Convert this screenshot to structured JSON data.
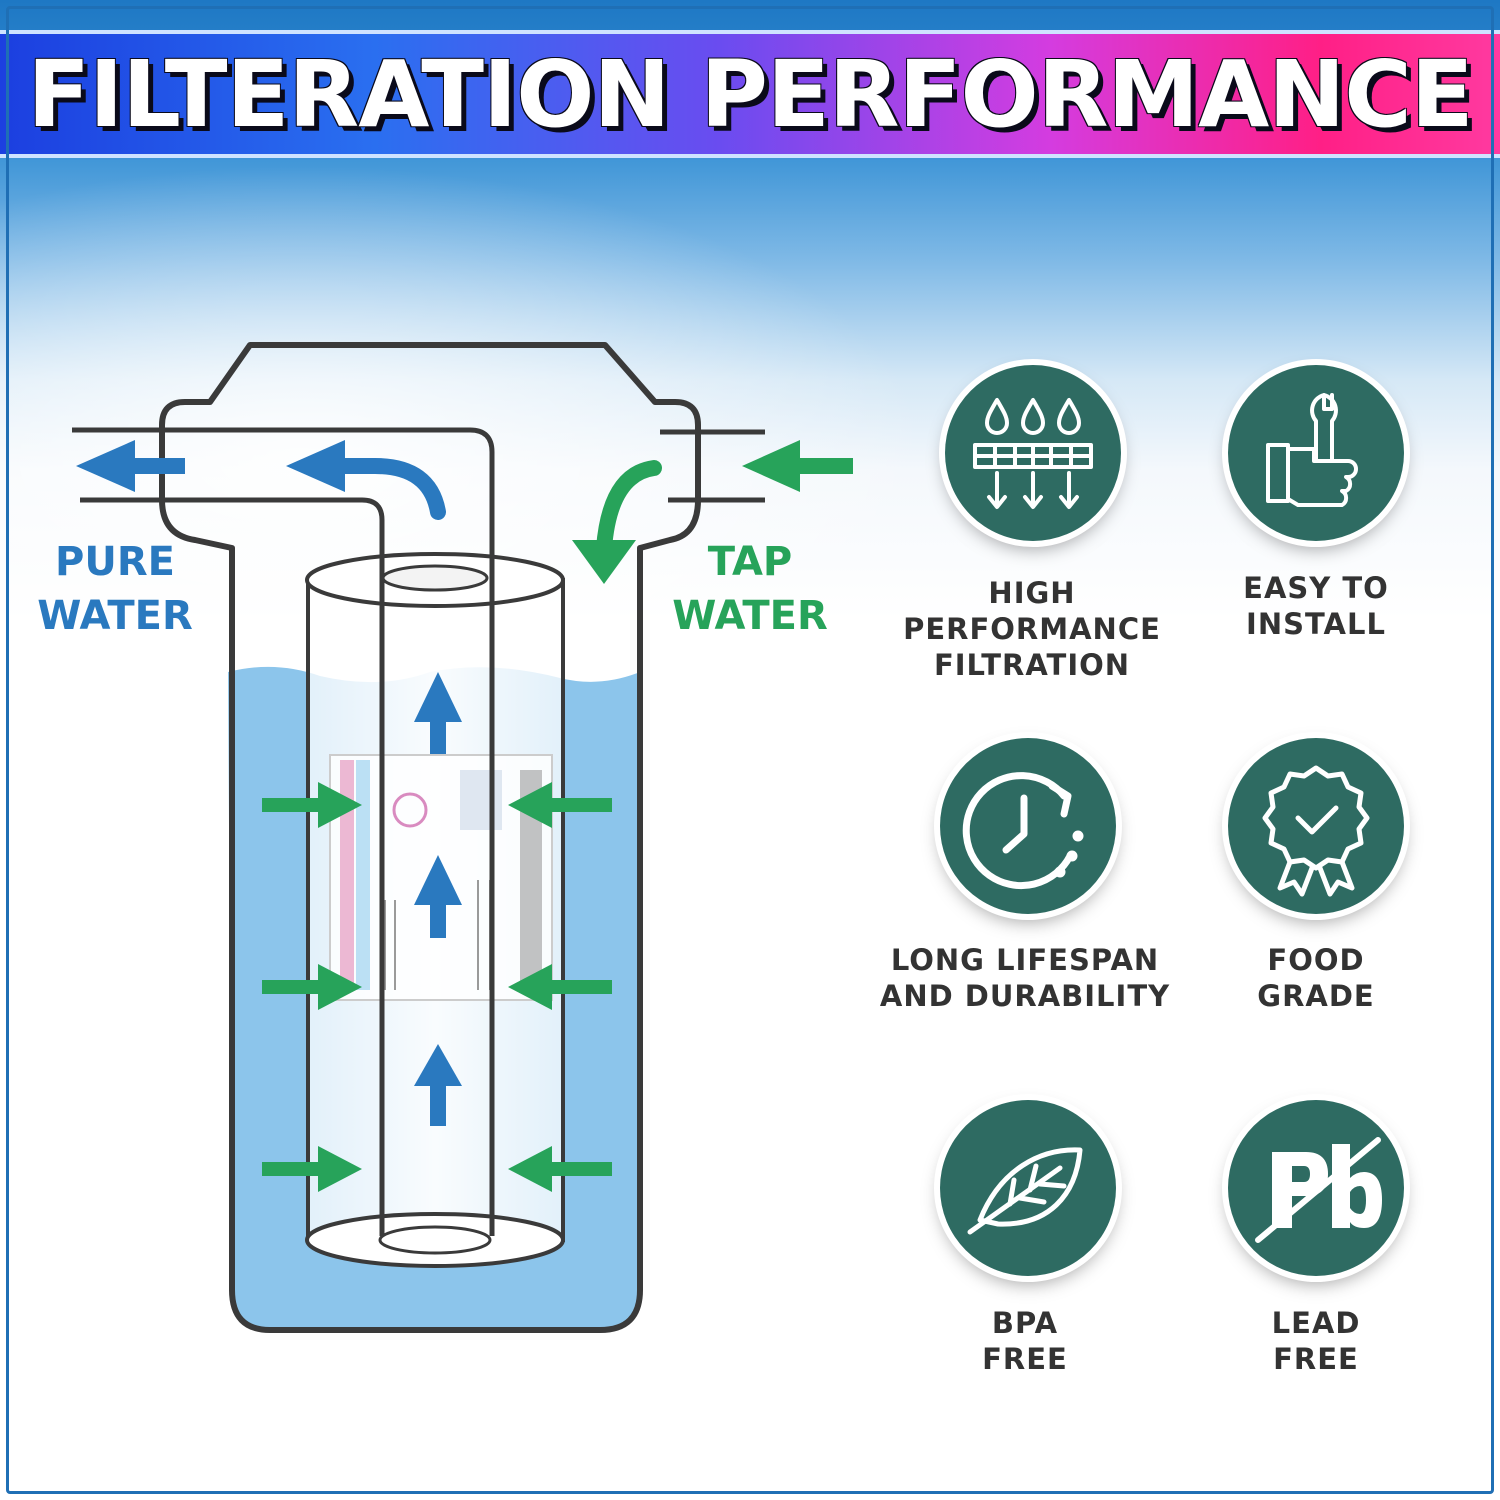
{
  "banner": {
    "title": "FILTERATION PERFORMANCE"
  },
  "diagram": {
    "pure_water_label": "PURE\nWATER",
    "tap_water_label": "TAP\nWATER"
  },
  "colors": {
    "pure_water": "#2a79bf",
    "tap_water": "#27a35a",
    "icon_bg": "#2e6b62",
    "water_fill": "#8cc5eb"
  },
  "features": [
    {
      "id": "high-performance-filtration",
      "icon": "water-drops-filter-icon",
      "label": "HIGH\nPERFORMANCE\nFILTRATION"
    },
    {
      "id": "easy-to-install",
      "icon": "hand-wrench-icon",
      "label": "EASY TO\nINSTALL"
    },
    {
      "id": "long-lifespan",
      "icon": "clock-refresh-icon",
      "label": "LONG LIFESPAN\nAND DURABILITY"
    },
    {
      "id": "food-grade",
      "icon": "certified-badge-icon",
      "label": "FOOD\nGRADE"
    },
    {
      "id": "bpa-free",
      "icon": "leaf-icon",
      "label": "BPA\nFREE"
    },
    {
      "id": "lead-free",
      "icon": "no-lead-icon",
      "label": "LEAD\nFREE"
    }
  ]
}
